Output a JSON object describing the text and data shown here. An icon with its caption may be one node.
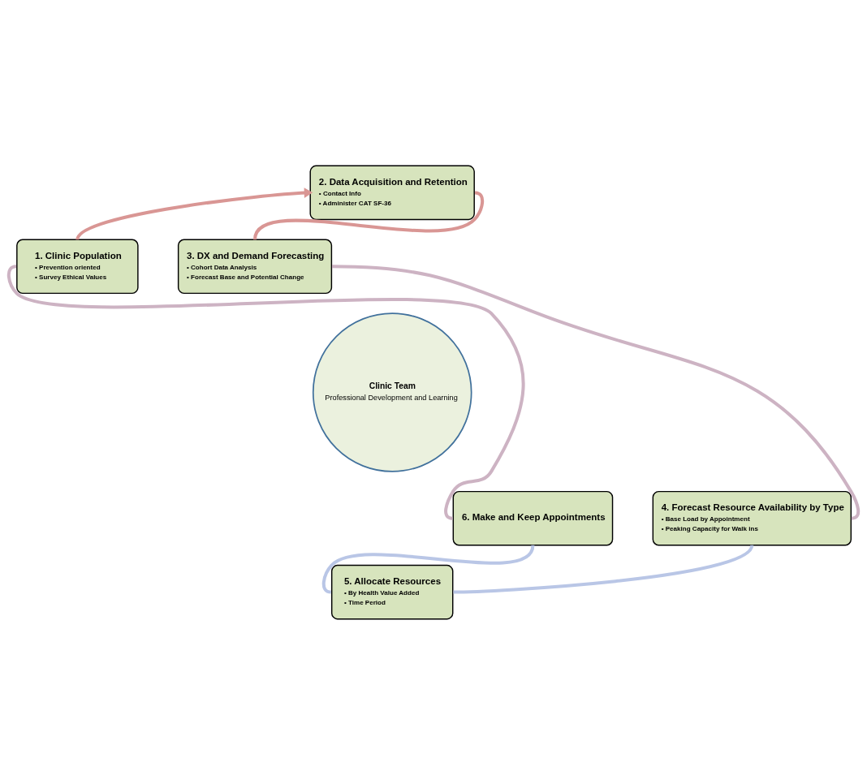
{
  "diagram": {
    "nodes": [
      {
        "text": [
          "1. Clinic Population",
          "• Prevention oriented",
          "• Survey Ethical Values"
        ]
      },
      {
        "text": [
          "2. Data Acquisition and Retention",
          "• Contact Info",
          "• Administer CAT SF-36"
        ]
      },
      {
        "text": [
          "3. DX and Demand Forecasting",
          "• Cohort Data Analysis",
          "• Forecast Base and Potential Change"
        ]
      },
      {
        "text": [
          "4. Forecast Resource Availability by Type",
          "• Base Load by Appointment",
          "• Peaking Capacity for Walk ins"
        ]
      },
      {
        "text": [
          "5. Allocate Resources",
          "• By Health Value Added",
          "• Time Period"
        ]
      },
      {
        "text": [
          "6. Make and Keep Appointments"
        ]
      },
      {
        "text": [
          "Clinic Team",
          "Professional Development and Learning"
        ]
      }
    ],
    "edges": [
      {
        "from": 0,
        "to": 1,
        "arrow": "to",
        "color": "#d99694"
      },
      {
        "from": 1,
        "to": 2,
        "arrow": "none",
        "color": "#d99694"
      },
      {
        "from": 2,
        "to": 3,
        "arrow": "none",
        "color": "#cdb3c3"
      },
      {
        "from": 3,
        "to": 4,
        "arrow": "none",
        "color": "#b9c6e6"
      },
      {
        "from": 4,
        "to": 5,
        "arrow": "none",
        "color": "#b9c6e6"
      },
      {
        "from": 5,
        "to": 0,
        "arrow": "none",
        "color": "#cdb3c3"
      }
    ]
  }
}
